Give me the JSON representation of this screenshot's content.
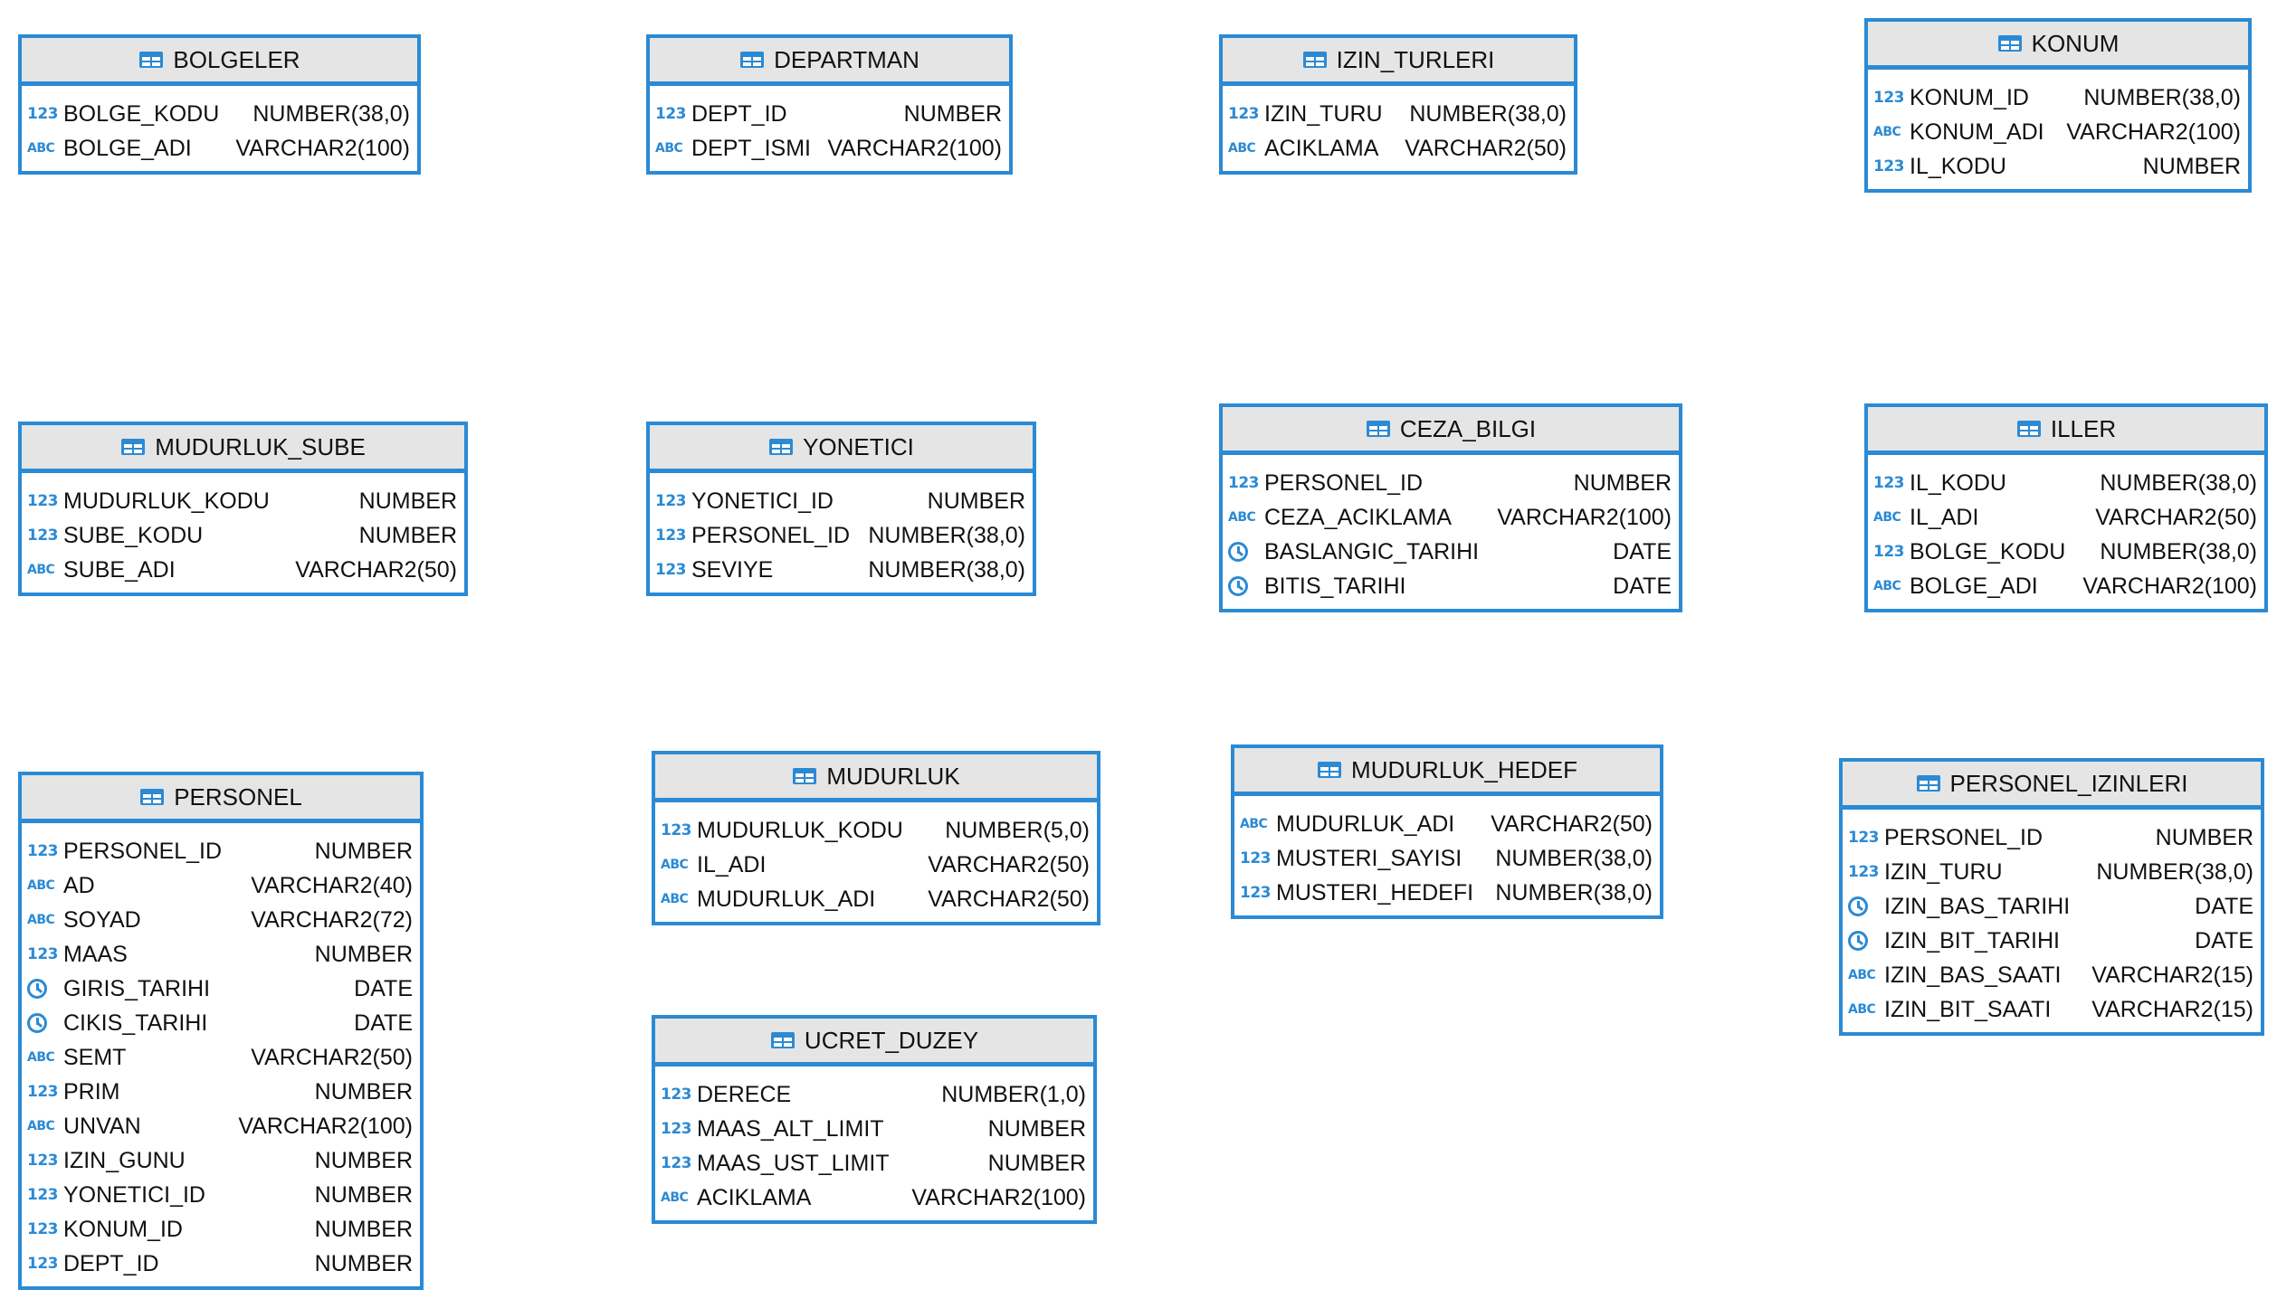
{
  "colors": {
    "accent": "#2b8ad4",
    "header_bg": "#e5e5e5"
  },
  "tables": [
    {
      "name": "BOLGELER",
      "columns": [
        {
          "icon": "number",
          "name": "BOLGE_KODU",
          "type": "NUMBER(38,0)"
        },
        {
          "icon": "text",
          "name": "BOLGE_ADI",
          "type": "VARCHAR2(100)"
        }
      ]
    },
    {
      "name": "DEPARTMAN",
      "columns": [
        {
          "icon": "number",
          "name": "DEPT_ID",
          "type": "NUMBER"
        },
        {
          "icon": "text",
          "name": "DEPT_ISMI",
          "type": "VARCHAR2(100)"
        }
      ]
    },
    {
      "name": "IZIN_TURLERI",
      "columns": [
        {
          "icon": "number",
          "name": "IZIN_TURU",
          "type": "NUMBER(38,0)"
        },
        {
          "icon": "text",
          "name": "ACIKLAMA",
          "type": "VARCHAR2(50)"
        }
      ]
    },
    {
      "name": "KONUM",
      "columns": [
        {
          "icon": "number",
          "name": "KONUM_ID",
          "type": "NUMBER(38,0)"
        },
        {
          "icon": "text",
          "name": "KONUM_ADI",
          "type": "VARCHAR2(100)"
        },
        {
          "icon": "number",
          "name": "IL_KODU",
          "type": "NUMBER"
        }
      ]
    },
    {
      "name": "MUDURLUK_SUBE",
      "columns": [
        {
          "icon": "number",
          "name": "MUDURLUK_KODU",
          "type": "NUMBER"
        },
        {
          "icon": "number",
          "name": "SUBE_KODU",
          "type": "NUMBER"
        },
        {
          "icon": "text",
          "name": "SUBE_ADI",
          "type": "VARCHAR2(50)"
        }
      ]
    },
    {
      "name": "YONETICI",
      "columns": [
        {
          "icon": "number",
          "name": "YONETICI_ID",
          "type": "NUMBER"
        },
        {
          "icon": "number",
          "name": "PERSONEL_ID",
          "type": "NUMBER(38,0)"
        },
        {
          "icon": "number",
          "name": "SEVIYE",
          "type": "NUMBER(38,0)"
        }
      ]
    },
    {
      "name": "CEZA_BILGI",
      "columns": [
        {
          "icon": "number",
          "name": "PERSONEL_ID",
          "type": "NUMBER"
        },
        {
          "icon": "text",
          "name": "CEZA_ACIKLAMA",
          "type": "VARCHAR2(100)"
        },
        {
          "icon": "date",
          "name": "BASLANGIC_TARIHI",
          "type": "DATE"
        },
        {
          "icon": "date",
          "name": "BITIS_TARIHI",
          "type": "DATE"
        }
      ]
    },
    {
      "name": "ILLER",
      "columns": [
        {
          "icon": "number",
          "name": "IL_KODU",
          "type": "NUMBER(38,0)"
        },
        {
          "icon": "text",
          "name": "IL_ADI",
          "type": "VARCHAR2(50)"
        },
        {
          "icon": "number",
          "name": "BOLGE_KODU",
          "type": "NUMBER(38,0)"
        },
        {
          "icon": "text",
          "name": "BOLGE_ADI",
          "type": "VARCHAR2(100)"
        }
      ]
    },
    {
      "name": "PERSONEL",
      "columns": [
        {
          "icon": "number",
          "name": "PERSONEL_ID",
          "type": "NUMBER"
        },
        {
          "icon": "text",
          "name": "AD",
          "type": "VARCHAR2(40)"
        },
        {
          "icon": "text",
          "name": "SOYAD",
          "type": "VARCHAR2(72)"
        },
        {
          "icon": "number",
          "name": "MAAS",
          "type": "NUMBER"
        },
        {
          "icon": "date",
          "name": "GIRIS_TARIHI",
          "type": "DATE"
        },
        {
          "icon": "date",
          "name": "CIKIS_TARIHI",
          "type": "DATE"
        },
        {
          "icon": "text",
          "name": "SEMT",
          "type": "VARCHAR2(50)"
        },
        {
          "icon": "number",
          "name": "PRIM",
          "type": "NUMBER"
        },
        {
          "icon": "text",
          "name": "UNVAN",
          "type": "VARCHAR2(100)"
        },
        {
          "icon": "number",
          "name": "IZIN_GUNU",
          "type": "NUMBER"
        },
        {
          "icon": "number",
          "name": "YONETICI_ID",
          "type": "NUMBER"
        },
        {
          "icon": "number",
          "name": "KONUM_ID",
          "type": "NUMBER"
        },
        {
          "icon": "number",
          "name": "DEPT_ID",
          "type": "NUMBER"
        }
      ]
    },
    {
      "name": "MUDURLUK",
      "columns": [
        {
          "icon": "number",
          "name": "MUDURLUK_KODU",
          "type": "NUMBER(5,0)"
        },
        {
          "icon": "text",
          "name": "IL_ADI",
          "type": "VARCHAR2(50)"
        },
        {
          "icon": "text",
          "name": "MUDURLUK_ADI",
          "type": "VARCHAR2(50)"
        }
      ]
    },
    {
      "name": "MUDURLUK_HEDEF",
      "columns": [
        {
          "icon": "text",
          "name": "MUDURLUK_ADI",
          "type": "VARCHAR2(50)"
        },
        {
          "icon": "number",
          "name": "MUSTERI_SAYISI",
          "type": "NUMBER(38,0)"
        },
        {
          "icon": "number",
          "name": "MUSTERI_HEDEFI",
          "type": "NUMBER(38,0)"
        }
      ]
    },
    {
      "name": "PERSONEL_IZINLERI",
      "columns": [
        {
          "icon": "number",
          "name": "PERSONEL_ID",
          "type": "NUMBER"
        },
        {
          "icon": "number",
          "name": "IZIN_TURU",
          "type": "NUMBER(38,0)"
        },
        {
          "icon": "date",
          "name": "IZIN_BAS_TARIHI",
          "type": "DATE"
        },
        {
          "icon": "date",
          "name": "IZIN_BIT_TARIHI",
          "type": "DATE"
        },
        {
          "icon": "text",
          "name": "IZIN_BAS_SAATI",
          "type": "VARCHAR2(15)"
        },
        {
          "icon": "text",
          "name": "IZIN_BIT_SAATI",
          "type": "VARCHAR2(15)"
        }
      ]
    },
    {
      "name": "UCRET_DUZEY",
      "columns": [
        {
          "icon": "number",
          "name": "DERECE",
          "type": "NUMBER(1,0)"
        },
        {
          "icon": "number",
          "name": "MAAS_ALT_LIMIT",
          "type": "NUMBER"
        },
        {
          "icon": "number",
          "name": "MAAS_UST_LIMIT",
          "type": "NUMBER"
        },
        {
          "icon": "text",
          "name": "ACIKLAMA",
          "type": "VARCHAR2(100)"
        }
      ]
    }
  ],
  "icon_glyphs": {
    "number": "123",
    "text": "ABC"
  }
}
